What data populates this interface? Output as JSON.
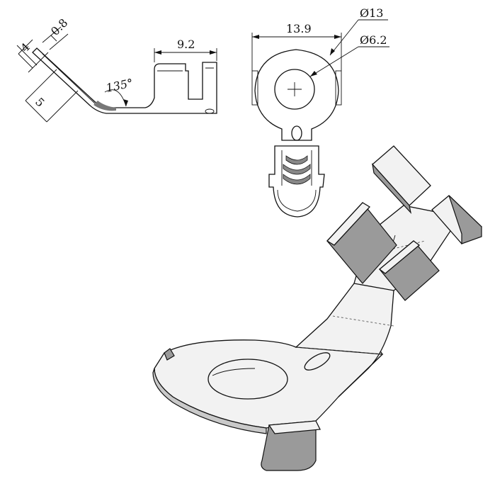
{
  "dimensions": {
    "thickness_small": "4",
    "sheet_thickness": "0.8",
    "leg_length": "5",
    "bend_angle": "135°",
    "barrel_length": "9.2",
    "ring_width": "13.9",
    "outer_diameter": "Ø13",
    "hole_diameter": "Ø6.2"
  },
  "colors": {
    "line": "#111111",
    "metal_light": "#f2f2f2",
    "metal_mid": "#c9c9c9",
    "metal_dark": "#9a9a9a"
  }
}
